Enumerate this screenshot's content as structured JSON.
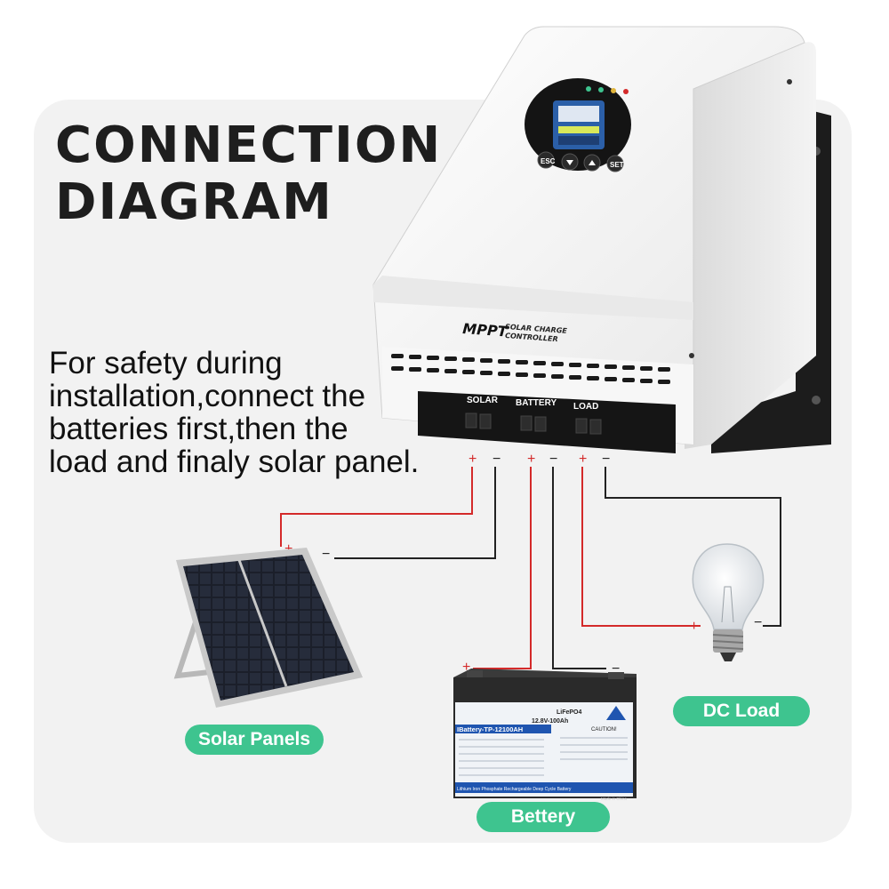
{
  "title": {
    "line1": "CONNECTION",
    "line2": "DIAGRAM"
  },
  "note": {
    "line1": "For safety during",
    "line2": "installation,connect the",
    "line3": "batteries first,then the",
    "line4": "load and finaly solar panel."
  },
  "controller": {
    "brand": "MPPT",
    "subtitle_line1": "SOLAR CHARGE",
    "subtitle_line2": "CONTROLLER",
    "port_solar": "SOLAR",
    "port_battery": "BATTERY",
    "port_load": "LOAD",
    "btn_esc": "ESC",
    "btn_set": "SET"
  },
  "terminals": {
    "plus": "+",
    "minus": "−"
  },
  "battery": {
    "brand": "IBattery-TP-12100AH",
    "chem": "LiFePO4",
    "rating": "12.8V-100Ah",
    "caution": "CAUTION!",
    "footer": "Lithium Iron Phosphate Rechargeable Deep Cycle Battery",
    "made": "Made in China"
  },
  "labels": {
    "solar": "Solar Panels",
    "battery": "Bettery",
    "load": "DC Load"
  },
  "colors": {
    "positive_wire": "#d42a2a",
    "negative_wire": "#222222",
    "label_bg": "#3ec48f"
  }
}
